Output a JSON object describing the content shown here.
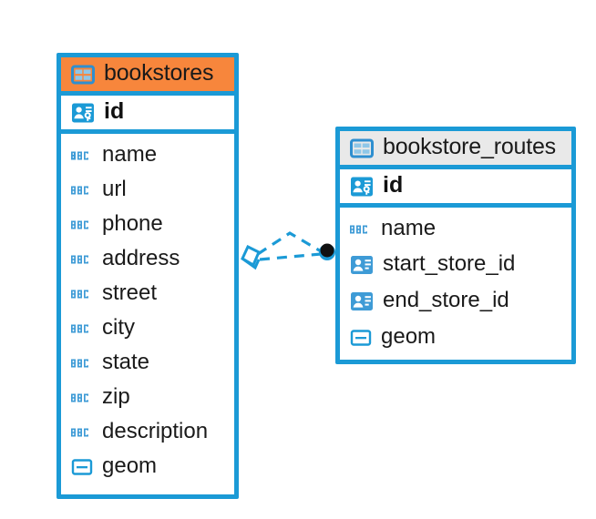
{
  "diagram": {
    "type": "entity-relationship-diagram",
    "background_color": "#ffffff",
    "accent_color": "#1B9AD6",
    "highlight_color": "#F7863C"
  },
  "entities": [
    {
      "name": "bookstores",
      "header_style": "accent-orange",
      "primary_key": {
        "label": "id",
        "icon": "primary-key-icon"
      },
      "attributes": [
        {
          "label": "name",
          "icon": "abc-text-icon"
        },
        {
          "label": "url",
          "icon": "abc-text-icon"
        },
        {
          "label": "phone",
          "icon": "abc-text-icon"
        },
        {
          "label": "address",
          "icon": "abc-text-icon"
        },
        {
          "label": "street",
          "icon": "abc-text-icon"
        },
        {
          "label": "city",
          "icon": "abc-text-icon"
        },
        {
          "label": "state",
          "icon": "abc-text-icon"
        },
        {
          "label": "zip",
          "icon": "abc-text-icon"
        },
        {
          "label": "description",
          "icon": "abc-text-icon"
        },
        {
          "label": "geom",
          "icon": "geometry-icon"
        }
      ]
    },
    {
      "name": "bookstore_routes",
      "header_style": "accent-gray",
      "primary_key": {
        "label": "id",
        "icon": "primary-key-icon"
      },
      "attributes": [
        {
          "label": "name",
          "icon": "abc-text-icon"
        },
        {
          "label": "start_store_id",
          "icon": "foreign-key-icon"
        },
        {
          "label": "end_store_id",
          "icon": "foreign-key-icon"
        },
        {
          "label": "geom",
          "icon": "geometry-icon"
        }
      ]
    }
  ],
  "relationship": {
    "from_entity": "bookstores",
    "to_entity": "bookstore_routes",
    "line_style": "dashed",
    "line_color": "#1B9AD6",
    "source_marker": "rhombus-marker",
    "target_marker": "filled-circle-marker"
  }
}
